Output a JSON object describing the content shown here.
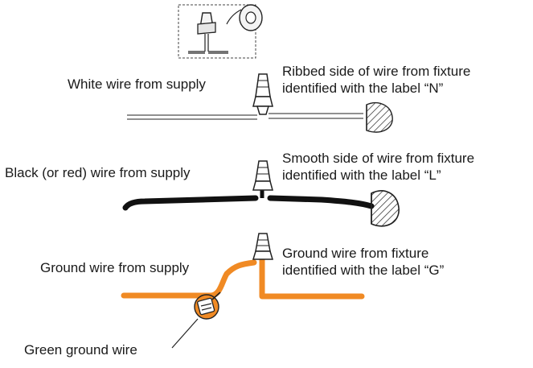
{
  "labels": {
    "white_supply": "White wire from supply",
    "neutral_fixture": [
      "Ribbed side of wire from fixture",
      "identified with the label “N”"
    ],
    "black_supply": "Black (or red) wire from supply",
    "line_fixture": [
      "Smooth side of wire from fixture",
      "identified with the label “L”"
    ],
    "ground_supply": "Ground wire from supply",
    "ground_fixture": [
      "Ground wire from fixture",
      "identified with the label “G”"
    ],
    "green_ground": "Green ground wire"
  },
  "icons": {
    "inset": "wire-nut-and-tape-icon",
    "connector": "wire-nut-icon"
  },
  "colors": {
    "ground_wire": "#f08a24",
    "black_wire": "#111111",
    "outline": "#222222"
  }
}
